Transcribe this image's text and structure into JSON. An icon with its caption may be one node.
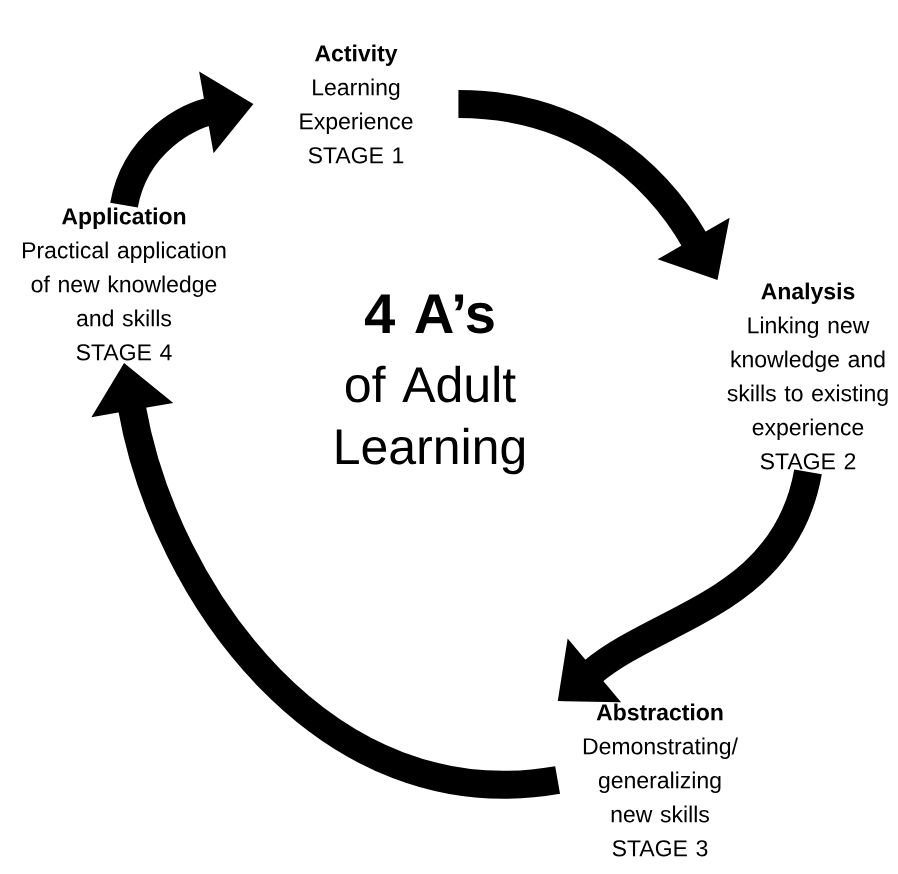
{
  "diagram": {
    "nodes": [
      {
        "text": [
          "Activity",
          "Learning Experience",
          "STAGE 1"
        ]
      },
      {
        "text": [
          "Analysis",
          "Linking new knowledge and skills to existing experience",
          "STAGE 2"
        ]
      },
      {
        "text": [
          "Abstraction",
          "Demonstrating/ generalizing new skills",
          "STAGE 3"
        ]
      },
      {
        "text": [
          "Application",
          "Practical application of new knowledge and skills",
          "STAGE 4"
        ]
      }
    ],
    "edges": [
      {
        "from": 0,
        "to": 1,
        "arrow": "to"
      },
      {
        "from": 1,
        "to": 2,
        "arrow": "to"
      },
      {
        "from": 2,
        "to": 3,
        "arrow": "to"
      },
      {
        "from": 3,
        "to": 0,
        "arrow": "to"
      }
    ],
    "labels": [
      "4 A’s",
      "of Adult Learning"
    ]
  }
}
